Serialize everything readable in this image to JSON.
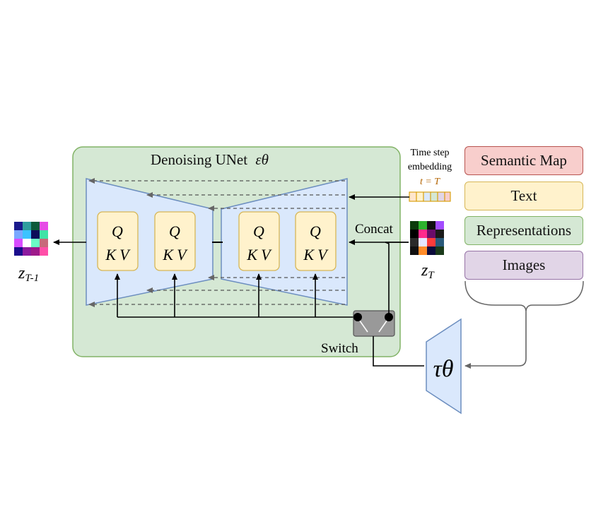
{
  "unet": {
    "title": "Denoising UNet",
    "title_symbol": "εθ"
  },
  "attention_blocks": [
    {
      "q": "Q",
      "k": "K",
      "v": "V"
    },
    {
      "q": "Q",
      "k": "K",
      "v": "V"
    },
    {
      "q": "Q",
      "k": "K",
      "v": "V"
    },
    {
      "q": "Q",
      "k": "K",
      "v": "V"
    }
  ],
  "time_step": {
    "line1": "Time step",
    "line2": "embedding",
    "expr": "t = T"
  },
  "labels": {
    "concat": "Concat",
    "switch": "Switch",
    "z_out_base": "z",
    "z_out_sub": "T-1",
    "z_in_base": "z",
    "z_in_sub": "T",
    "encoder": "τθ"
  },
  "conditioning": [
    {
      "label": "Semantic Map",
      "fill": "#f8cecc",
      "stroke": "#b85450"
    },
    {
      "label": "Text",
      "fill": "#fff2cc",
      "stroke": "#d6b656"
    },
    {
      "label": "Representations",
      "fill": "#d5e8d4",
      "stroke": "#82b366"
    },
    {
      "label": "Images",
      "fill": "#e1d5e7",
      "stroke": "#9673a6"
    }
  ],
  "colors": {
    "unet_bg": "#d5e8d4",
    "unet_border": "#82b366",
    "trapezoid_fill": "#dae8fc",
    "trapezoid_stroke": "#6c8ebf",
    "attn_fill": "#fff2cc",
    "attn_stroke": "#d6b656",
    "switch_fill": "#999999",
    "time_accent": "#b46504"
  }
}
